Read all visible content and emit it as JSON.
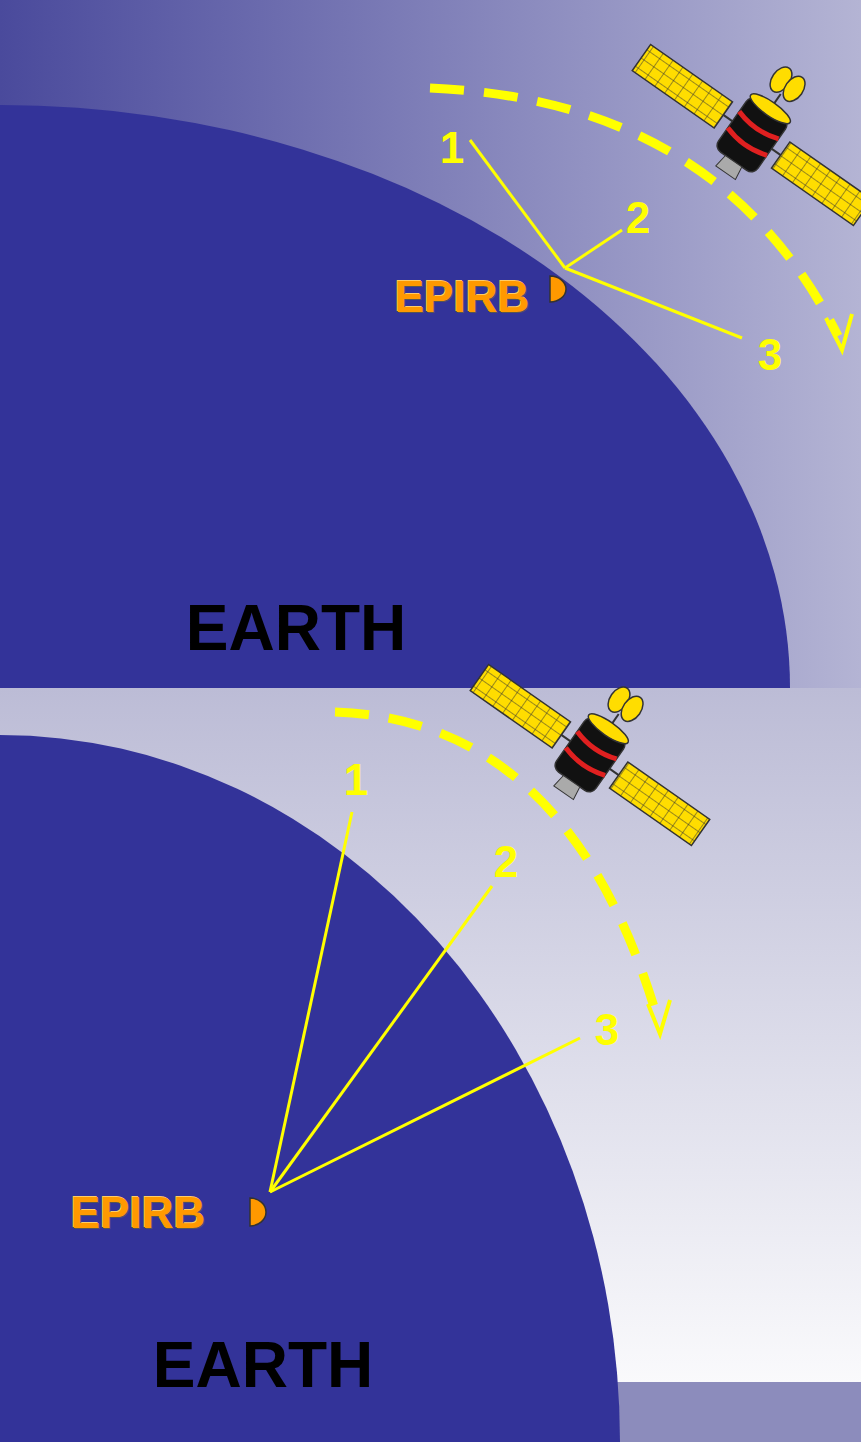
{
  "diagram": {
    "labels": [
      "1",
      "2",
      "EPIRB",
      "3",
      "EARTH",
      "1",
      "2",
      "3",
      "EPIRB",
      "EARTH"
    ]
  }
}
